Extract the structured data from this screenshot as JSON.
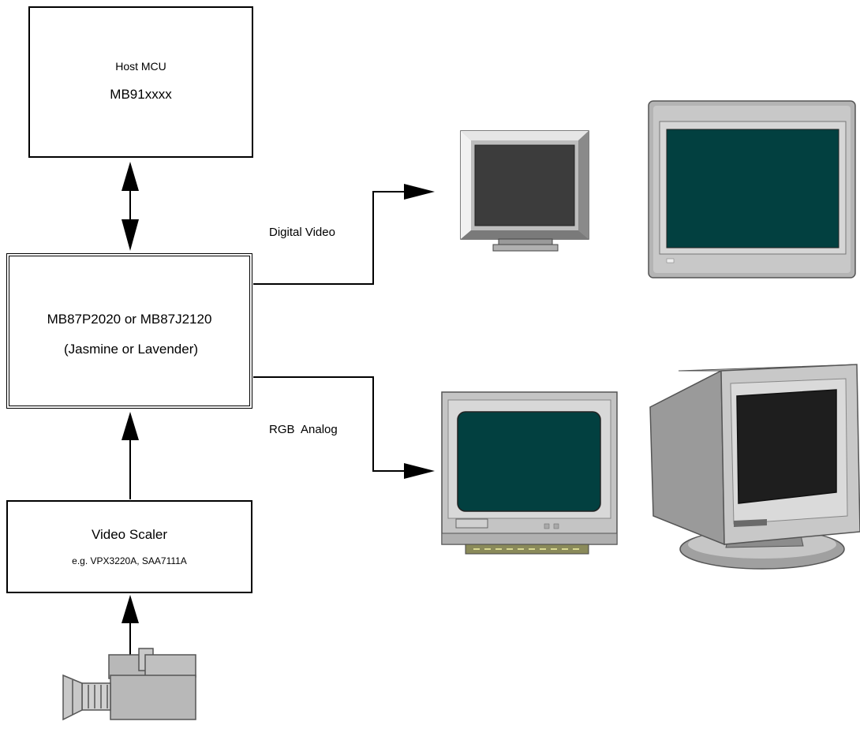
{
  "host_mcu": {
    "line1": "Host MCU",
    "line2": "MB91xxxx"
  },
  "controller": {
    "line1": "MB87P2020 or MB87J2120",
    "line2": "(Jasmine or Lavender)"
  },
  "scaler": {
    "line1": "Video Scaler",
    "line2": "e.g. VPX3220A, SAA7111A"
  },
  "outputs": {
    "digital_label": "Digital Video",
    "analog_label": "RGB  Analog"
  },
  "icons": {
    "camera": "video-camera-icon",
    "lcd_small": "lcd-monitor-icon",
    "flat_panel": "flat-panel-display-icon",
    "crt_front": "crt-monitor-front-icon",
    "crt_side": "crt-monitor-angled-icon"
  },
  "colors": {
    "screen_teal": "#024040",
    "screen_dark": "#3c3c3c",
    "bezel": "#c8c8c8",
    "line": "#000000"
  }
}
